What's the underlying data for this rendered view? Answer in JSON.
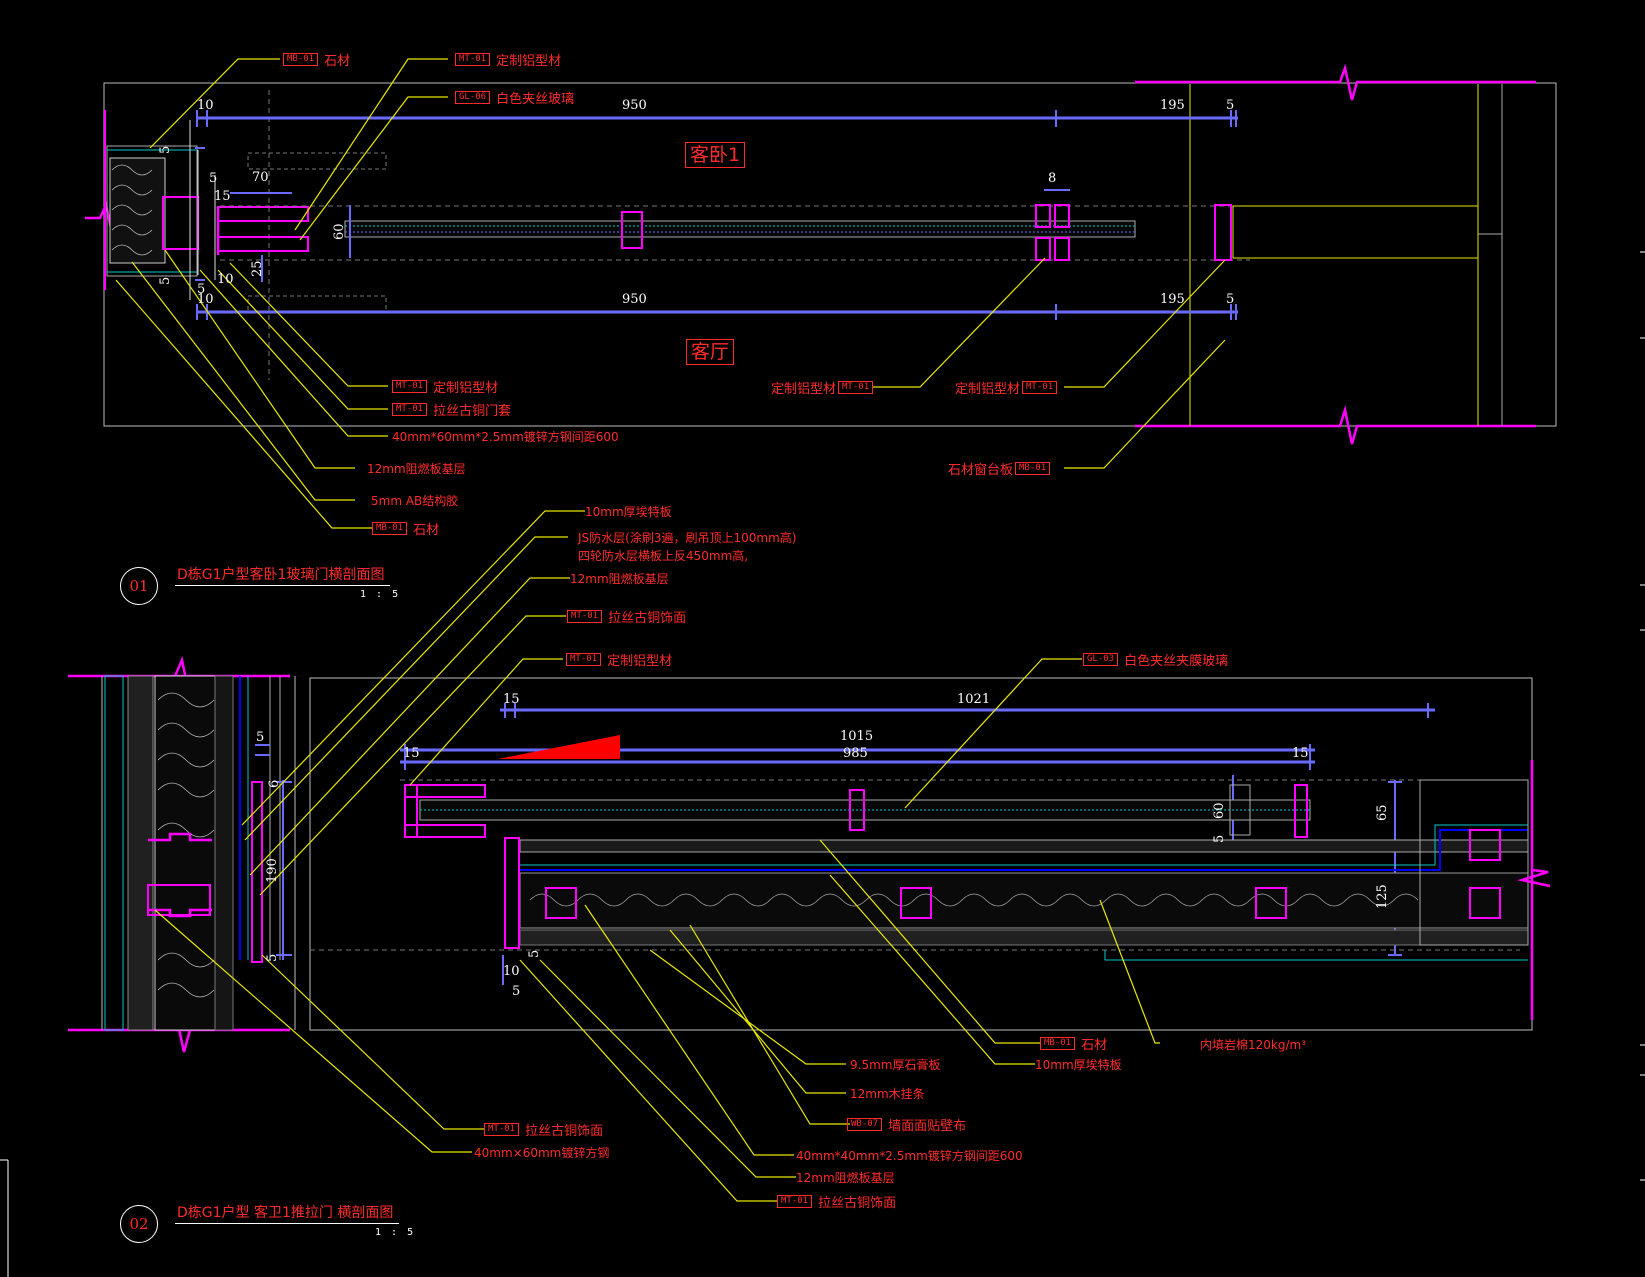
{
  "detail_01": {
    "number": "01",
    "title": "D栋G1户型客卧1玻璃门横剖面图",
    "scale": "1 : 5",
    "rooms": [
      "客卧1",
      "客厅"
    ],
    "dims": {
      "top_10": "10",
      "top_950": "950",
      "top_195": "195",
      "top_5": "5",
      "bot_10": "10",
      "bot_950": "950",
      "bot_195": "195",
      "bot_5": "5",
      "d5a": "5",
      "d5b": "5",
      "d5c": "5",
      "d5d": "5",
      "d15": "15",
      "d70": "70",
      "d60": "60",
      "d25": "25",
      "d10b": "10",
      "d8": "8"
    },
    "callouts": [
      {
        "tag": "MB-01",
        "text": "石材"
      },
      {
        "tag": "MT-01",
        "text": "定制铝型材"
      },
      {
        "tag": "GL-06",
        "text": "白色夹丝玻璃"
      },
      {
        "tag": "MT-01",
        "text": "定制铝型材"
      },
      {
        "tag": "MT-01",
        "text": "拉丝古铜门套"
      },
      {
        "tag": "",
        "text": "40mm*60mm*2.5mm镀锌方钢间距600"
      },
      {
        "tag": "",
        "text": "12mm阻燃板基层"
      },
      {
        "tag": "",
        "text": "5mm AB结构胶"
      },
      {
        "tag": "MB-01",
        "text": "石材"
      },
      {
        "tag": "MT-01",
        "text": "定制铝型材"
      },
      {
        "tag": "MT-01",
        "text": "定制铝型材"
      },
      {
        "tag": "MB-01",
        "text": "石材窗台板"
      }
    ]
  },
  "detail_02": {
    "number": "02",
    "title": "D栋G1户型 客卫1推拉门 横剖面图",
    "scale": "1 : 5",
    "dims": {
      "d15": "15",
      "d1021": "1021",
      "d1015": "1015",
      "d15b": "15",
      "d985": "985",
      "d15c": "15",
      "d60": "60",
      "d5": "5",
      "d65": "65",
      "d125": "125",
      "d10": "10",
      "d5b": "5",
      "d5c": "5",
      "l5a": "5",
      "l6": "6",
      "l190": "190",
      "l5b": "5"
    },
    "callouts": [
      {
        "tag": "",
        "text": "10mm厚埃特板"
      },
      {
        "tag": "",
        "text": "JS防水层(涂刷3遍，刷吊顶上100mm高)"
      },
      {
        "tag": "",
        "text": "四轮防水层横板上反450mm高,"
      },
      {
        "tag": "",
        "text": "12mm阻燃板基层"
      },
      {
        "tag": "MT-01",
        "text": "拉丝古铜饰面"
      },
      {
        "tag": "MT-01",
        "text": "定制铝型材"
      },
      {
        "tag": "GL-03",
        "text": "白色夹丝夹膜玻璃"
      },
      {
        "tag": "MB-01",
        "text": "石材"
      },
      {
        "tag": "",
        "text": "内填岩棉120kg/m³"
      },
      {
        "tag": "",
        "text": "9.5mm厚石膏板"
      },
      {
        "tag": "",
        "text": "10mm厚埃特板"
      },
      {
        "tag": "",
        "text": "12mm木挂条"
      },
      {
        "tag": "WB-07",
        "text": "墙面面贴壁布"
      },
      {
        "tag": "MT-01",
        "text": "拉丝古铜饰面"
      },
      {
        "tag": "",
        "text": "40mm×60mm镀锌方钢"
      },
      {
        "tag": "",
        "text": "40mm*40mm*2.5mm镀锌方钢间距600"
      },
      {
        "tag": "",
        "text": "12mm阻燃板基层"
      },
      {
        "tag": "MT-01",
        "text": "拉丝古铜饰面"
      }
    ]
  },
  "colors": {
    "background": "#000000",
    "label_red": "#ff2b2b",
    "leader_yellow": "#e8e800",
    "dimension_blue": "#6a6aff",
    "section_magenta": "#ff00ff",
    "outline_white": "#ffffff"
  }
}
